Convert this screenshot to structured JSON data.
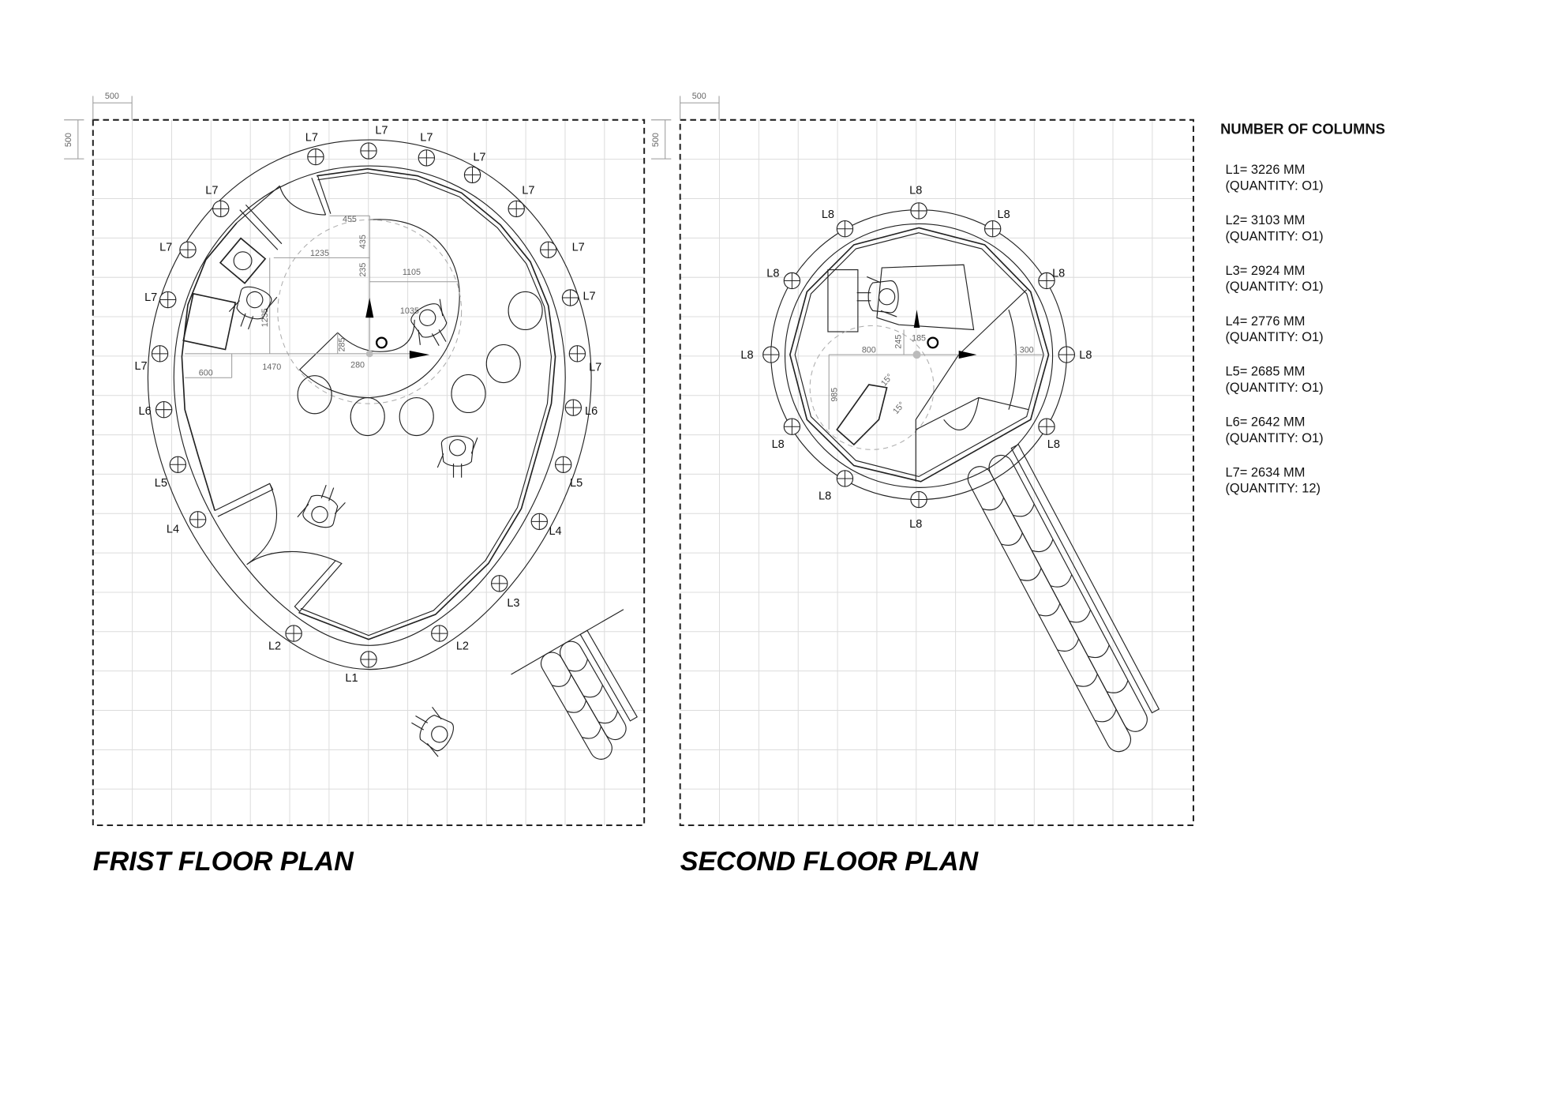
{
  "first_floor": {
    "title": "FRIST FLOOR PLAN",
    "scale_labels": [
      "500",
      "500"
    ],
    "column_labels": [
      "L7",
      "L7",
      "L7",
      "L7",
      "L7",
      "L7",
      "L7",
      "L7",
      "L6",
      "L5",
      "L4",
      "L3",
      "L2",
      "L1",
      "L2",
      "L4",
      "L5",
      "L6",
      "L7",
      "L7",
      "L7",
      "L7"
    ],
    "dimensions": [
      "455",
      "435",
      "1235",
      "235",
      "1105",
      "1035",
      "1235",
      "285",
      "280",
      "1470",
      "600"
    ]
  },
  "second_floor": {
    "title": "SECOND FLOOR PLAN",
    "scale_labels": [
      "500",
      "500"
    ],
    "column_labels": [
      "L8",
      "L8",
      "L8",
      "L8",
      "L8",
      "L8",
      "L8",
      "L8",
      "L8",
      "L8",
      "L8"
    ],
    "dimensions": [
      "800",
      "245",
      "185",
      "300",
      "985",
      "15°",
      "15°"
    ]
  },
  "legend": {
    "title": "NUMBER OF COLUMNS",
    "items": [
      {
        "length": "L1= 3226 MM",
        "quantity": "(QUANTITY: O1)"
      },
      {
        "length": "L2= 3103 MM",
        "quantity": "(QUANTITY: O1)"
      },
      {
        "length": "L3= 2924 MM",
        "quantity": "(QUANTITY: O1)"
      },
      {
        "length": "L4= 2776 MM",
        "quantity": "(QUANTITY: O1)"
      },
      {
        "length": "L5= 2685 MM",
        "quantity": "(QUANTITY: O1)"
      },
      {
        "length": "L6= 2642 MM",
        "quantity": "(QUANTITY: O1)"
      },
      {
        "length": "L7= 2634 MM",
        "quantity": "(QUANTITY: 12)"
      }
    ]
  }
}
